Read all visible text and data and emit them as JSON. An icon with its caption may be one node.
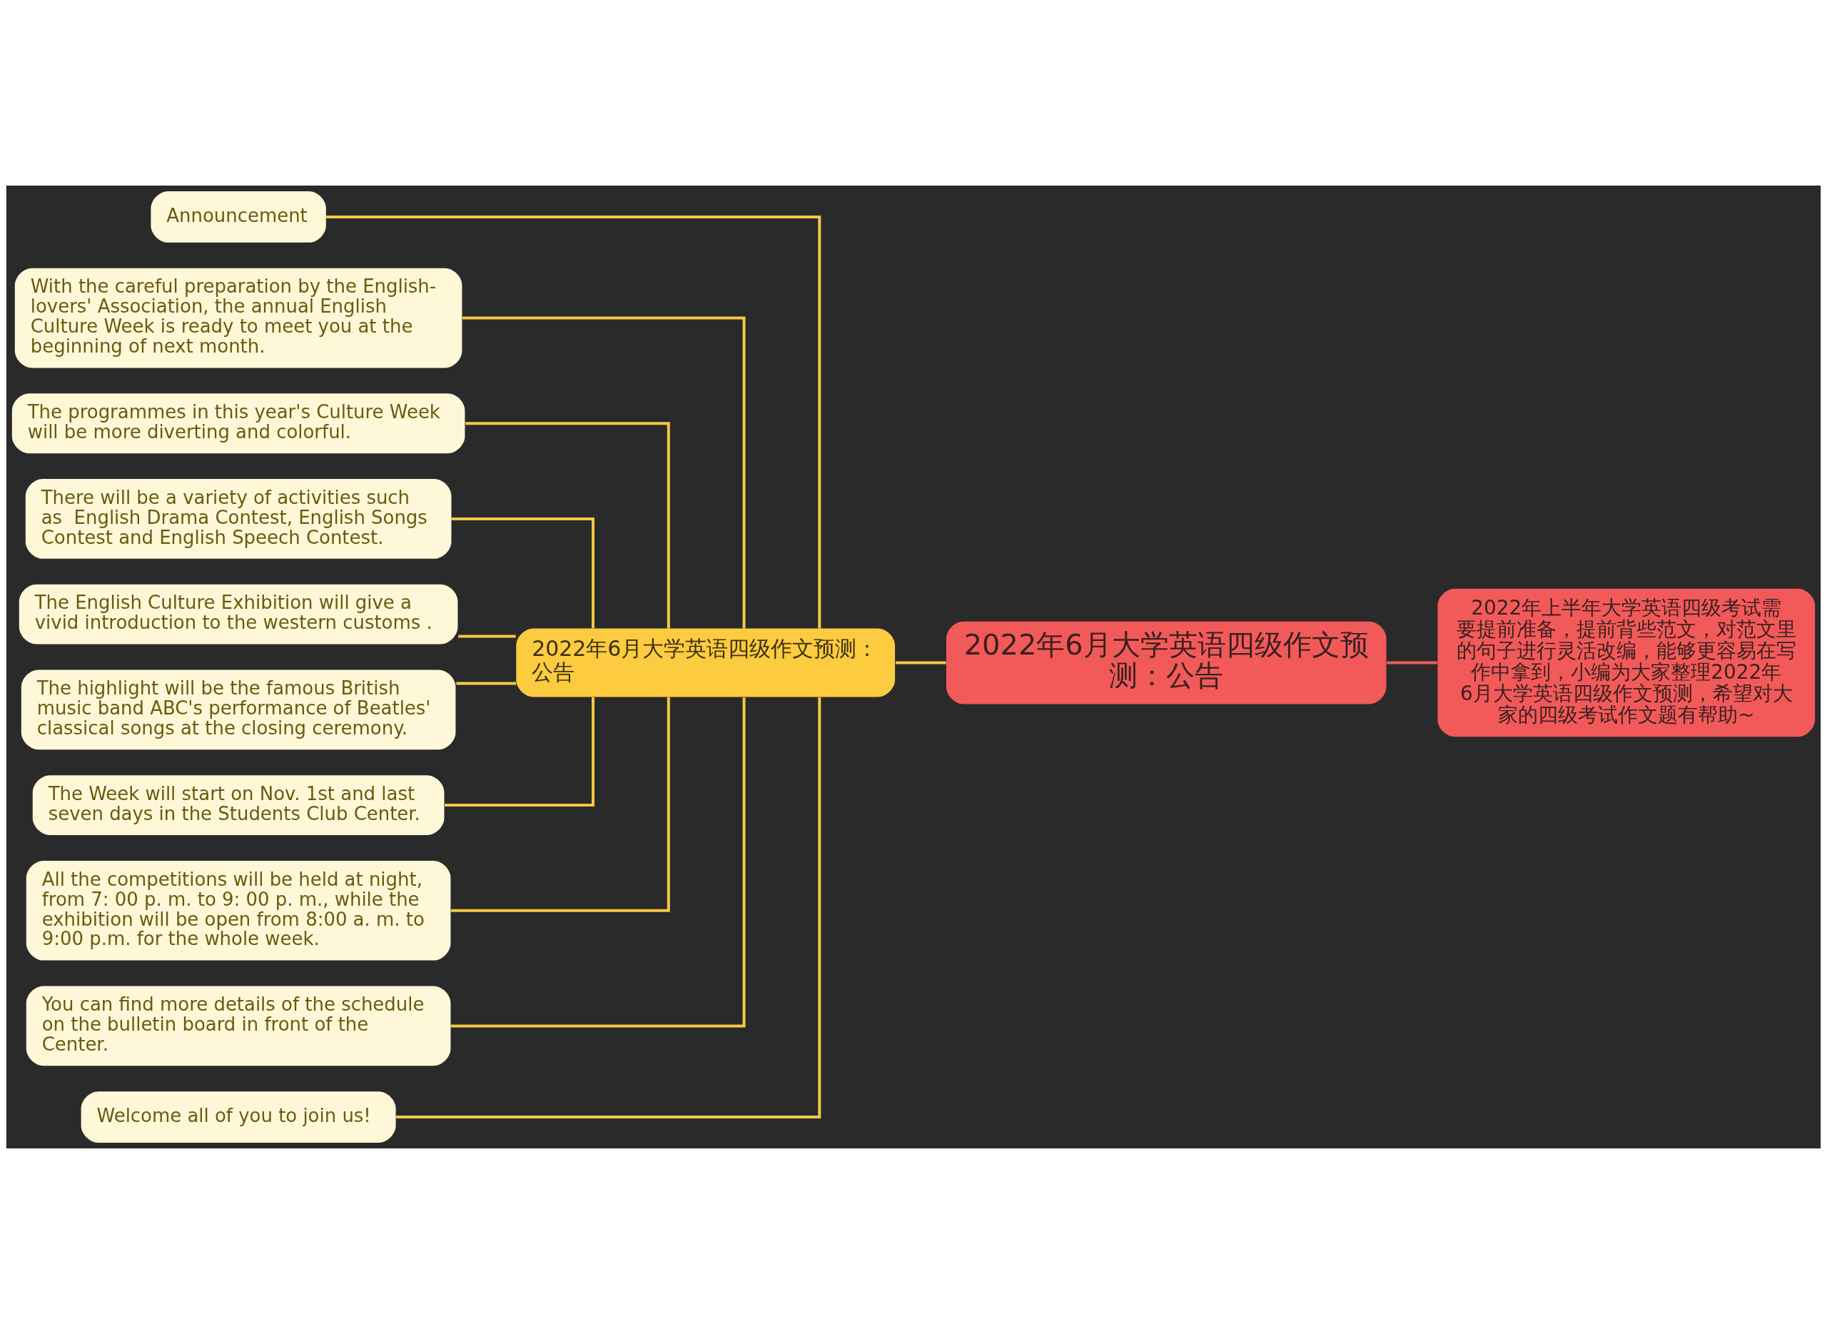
{
  "diagram": {
    "nodes": [
      {
        "text": [
          "2022年6月大学英语四级作文预测：公告"
        ]
      },
      {
        "text": [
          "2022年上半年大学英语四级考试需要提前准备，提前背些范文，对范文里的句子进行灵活改编，能够更容易在写作中拿到，小编为大家整理2022年6月大学英语四级作文预测，希望对大家的四级考试作文题有帮助~"
        ]
      },
      {
        "text": [
          "2022年6月大学英语四级作文预测：公告"
        ]
      },
      {
        "text": [
          "Announcement"
        ]
      },
      {
        "text": [
          "With the careful preparation by the English-lovers' Association, the annual English Culture Week is ready to meet you at the beginning of next month."
        ]
      },
      {
        "text": [
          "The programmes in this year's Culture Week will be more diverting and colorful."
        ]
      },
      {
        "text": [
          "There will be a variety of activities such as  English Drama Contest, English Songs Contest and English Speech Contest."
        ]
      },
      {
        "text": [
          "The English Culture Exhibition will give a vivid introduction to the western customs ."
        ]
      },
      {
        "text": [
          "The highlight will be the famous British music band ABC's performance of Beatles' classical songs at the closing ceremony."
        ]
      },
      {
        "text": [
          "The Week will start on Nov. 1st and last seven days in the Students Club Center."
        ]
      },
      {
        "text": [
          "All the competitions will be held at night, from 7: 00 p. m. to 9: 00 p. m., while the exhibition will be open from 8:00 a. m. to 9:00 p.m. for the whole week."
        ]
      },
      {
        "text": [
          "You can find more details of the schedule  on the bulletin board in front of the Center."
        ]
      },
      {
        "text": [
          "Welcome all of you to join us!"
        ]
      }
    ],
    "edges": [
      {
        "from": 0,
        "to": 1,
        "arrow": "none",
        "color": "#f05a5a"
      },
      {
        "from": 0,
        "to": 2,
        "arrow": "none"
      },
      {
        "from": 2,
        "to": 3,
        "arrow": "none"
      },
      {
        "from": 2,
        "to": 4,
        "arrow": "none"
      },
      {
        "from": 2,
        "to": 5,
        "arrow": "none"
      },
      {
        "from": 2,
        "to": 6,
        "arrow": "none"
      },
      {
        "from": 2,
        "to": 7,
        "arrow": "none"
      },
      {
        "from": 2,
        "to": 8,
        "arrow": "none"
      },
      {
        "from": 2,
        "to": 9,
        "arrow": "none"
      },
      {
        "from": 2,
        "to": 10,
        "arrow": "none"
      },
      {
        "from": 2,
        "to": 11,
        "arrow": "none"
      },
      {
        "from": 2,
        "to": 12,
        "arrow": "none"
      }
    ]
  }
}
